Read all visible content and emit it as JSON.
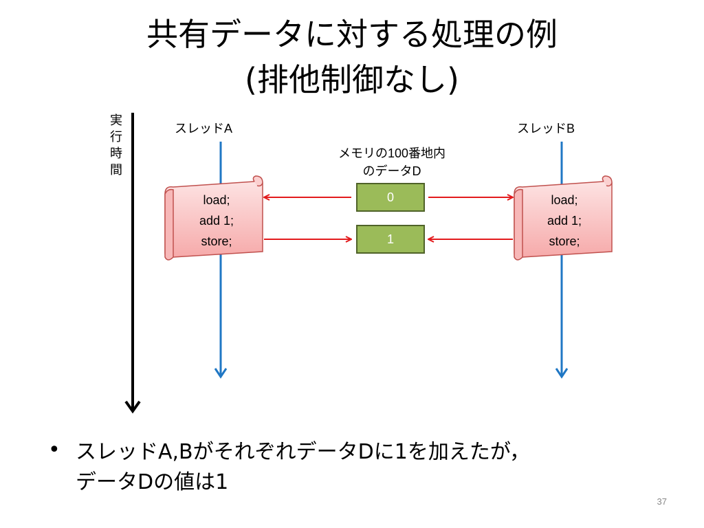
{
  "title": {
    "line1": "共有データに対する処理の例",
    "line2": "(排他制御なし)"
  },
  "time_axis_label": [
    "実",
    "行",
    "時",
    "間"
  ],
  "thread_a": {
    "label": "スレッドA",
    "ops": [
      "load;",
      "add 1;",
      "store;"
    ]
  },
  "thread_b": {
    "label": "スレッドB",
    "ops": [
      "load;",
      "add 1;",
      "store;"
    ]
  },
  "memory": {
    "label_line1": "メモリの100番地内",
    "label_line2": "のデータD",
    "value_before": "0",
    "value_after": "1"
  },
  "bullet": {
    "line1": "スレッドA,BがそれぞれデータDに1を加えたが，",
    "line2": "データDの値は1"
  },
  "page_number": "37",
  "colors": {
    "thread_line": "#1f77c4",
    "data_arrow": "#e31a1c",
    "memory_box": "#9bbb59",
    "scroll_fill": "#f9c6c6"
  }
}
